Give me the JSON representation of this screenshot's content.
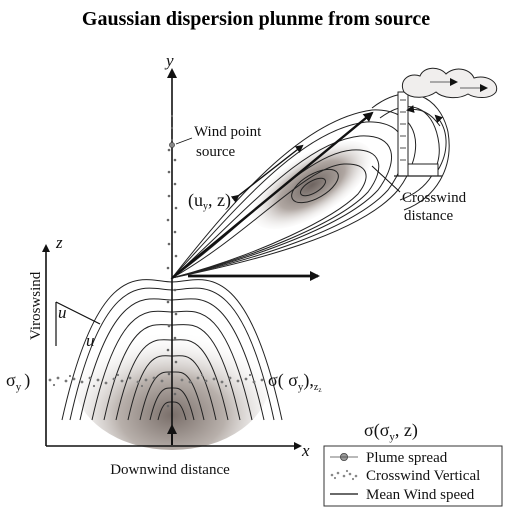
{
  "title": "Gaussian dispersion plunme from source",
  "axes": {
    "y_label": "y",
    "x_label": "x",
    "z_label": "z",
    "vertical_label": "Viroswsind",
    "horizontal_label": "Downwind distance",
    "u_upper": "u",
    "u_lower": "u"
  },
  "annotations": {
    "wind_point_source_line1": "Wind point",
    "wind_point_source_line2": "source",
    "u_z_label": "(u",
    "u_z_sub": "y",
    "u_z_tail": ", z)",
    "crosswind_line1": "Crosswind",
    "crosswind_line2": "distance",
    "sigma_y_left": "σ",
    "sigma_y_left_sub": "y",
    "sigma_y_left_tail": ")",
    "sigma_right_main": "σ( σ",
    "sigma_right_sub": "y",
    "sigma_right_tail": "),",
    "sigma_right_sub2": "z",
    "sigma_right_sub3": "z",
    "sigma_bottom_main": "σ(σ",
    "sigma_bottom_sub": "y",
    "sigma_bottom_tail": ", z)"
  },
  "legend": {
    "items": [
      {
        "label": "Plume spread",
        "symbol": "dot"
      },
      {
        "label": "Crosswind Vertical",
        "symbol": "dots"
      },
      {
        "label": "Mean Wind speed",
        "symbol": "line"
      }
    ]
  }
}
